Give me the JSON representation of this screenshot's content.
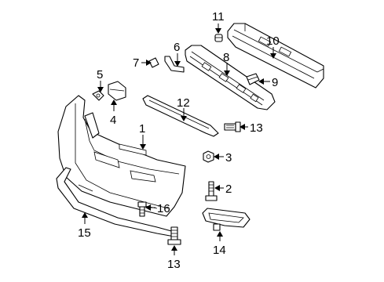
{
  "callouts": [
    {
      "id": "1",
      "label": "1"
    },
    {
      "id": "2",
      "label": "2"
    },
    {
      "id": "3",
      "label": "3"
    },
    {
      "id": "4",
      "label": "4"
    },
    {
      "id": "5",
      "label": "5"
    },
    {
      "id": "6",
      "label": "6"
    },
    {
      "id": "7",
      "label": "7"
    },
    {
      "id": "8",
      "label": "8"
    },
    {
      "id": "9",
      "label": "9"
    },
    {
      "id": "10",
      "label": "10"
    },
    {
      "id": "11",
      "label": "11"
    },
    {
      "id": "12",
      "label": "12"
    },
    {
      "id": "13a",
      "label": "13"
    },
    {
      "id": "13b",
      "label": "13"
    },
    {
      "id": "14",
      "label": "14"
    },
    {
      "id": "15",
      "label": "15"
    },
    {
      "id": "16",
      "label": "16"
    }
  ]
}
